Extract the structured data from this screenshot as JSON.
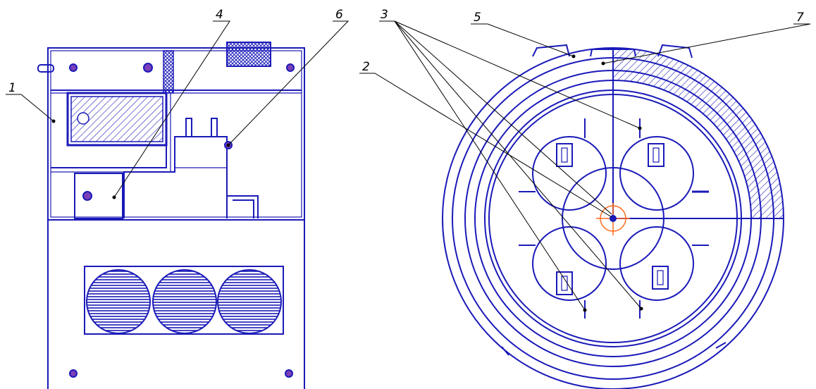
{
  "colors": {
    "ink": "#1a1ab8",
    "hatch": "#1a1ab8",
    "leader": "#000000",
    "centerline": "#ff6a1a",
    "bolt": "#7b3fb8",
    "background": "#ffffff"
  },
  "labels": {
    "l1": "1",
    "l2": "2",
    "l3": "3",
    "l4": "4",
    "l5": "5",
    "l6": "6",
    "l7": "7"
  },
  "icons": [
    "bolt-icon"
  ]
}
